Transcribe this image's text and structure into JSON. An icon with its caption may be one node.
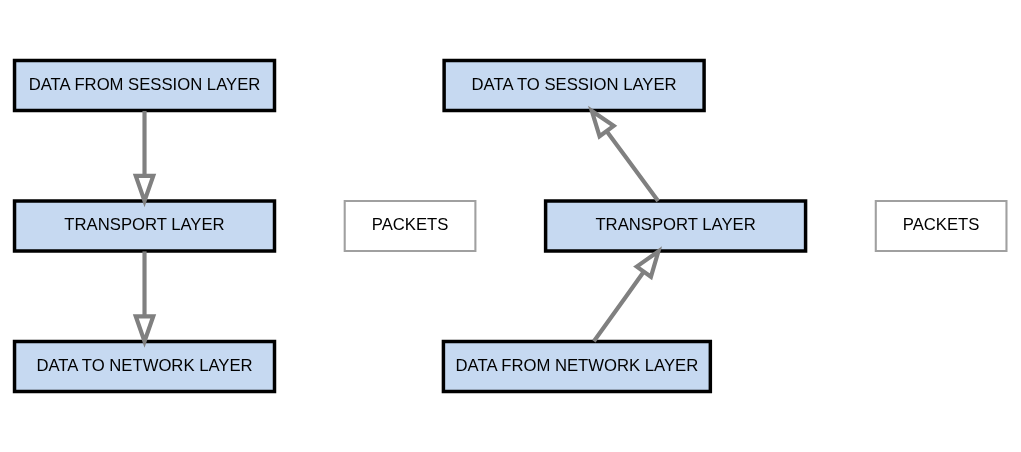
{
  "diagram": {
    "nodes": [
      {
        "text": [
          "DATA FROM SESSION LAYER"
        ]
      },
      {
        "text": [
          "TRANSPORT LAYER"
        ]
      },
      {
        "text": [
          "PACKETS"
        ]
      },
      {
        "text": [
          "DATA TO NETWORK LAYER"
        ]
      },
      {
        "text": [
          "DATA TO SESSION LAYER"
        ]
      },
      {
        "text": [
          "TRANSPORT LAYER"
        ]
      },
      {
        "text": [
          "PACKETS"
        ]
      },
      {
        "text": [
          "DATA FROM NETWORK LAYER"
        ]
      }
    ],
    "edges": [
      {
        "from": 0,
        "to": 1,
        "arrow": "to"
      },
      {
        "from": 1,
        "to": 3,
        "arrow": "to"
      },
      {
        "from": 7,
        "to": 5,
        "arrow": "to"
      },
      {
        "from": 5,
        "to": 4,
        "arrow": "to"
      }
    ]
  }
}
